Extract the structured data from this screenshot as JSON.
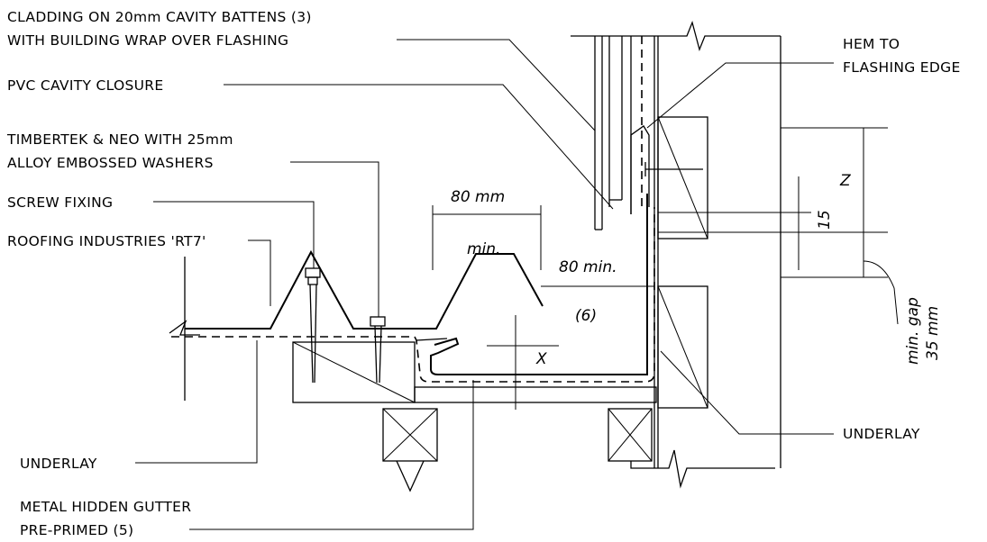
{
  "labels": {
    "cladding_line1": "CLADDING ON 20mm CAVITY BATTENS (3)",
    "cladding_line2": "WITH BUILDING WRAP OVER FLASHING",
    "pvc_closure": "PVC CAVITY CLOSURE",
    "timbertek_line1": "TIMBERTEK & NEO WITH 25mm",
    "timbertek_line2": "ALLOY EMBOSSED WASHERS",
    "screw_fixing": "SCREW FIXING",
    "roofing": "ROOFING INDUSTRIES 'RT7'",
    "underlay_left": "UNDERLAY",
    "gutter_line1": "METAL HIDDEN GUTTER",
    "gutter_line2": "PRE-PRIMED (5)",
    "hem_line1": "HEM TO",
    "hem_line2": "FLASHING EDGE",
    "underlay_right": "UNDERLAY"
  },
  "dimensions": {
    "rib_spacing": "80 mm",
    "rib_spacing_note": "min.",
    "upstand": "80 min.",
    "note_6": "(6)",
    "x": "X",
    "z": "Z",
    "fifteen": "15",
    "gap_line1": "min. gap",
    "gap_line2": "35 mm"
  }
}
